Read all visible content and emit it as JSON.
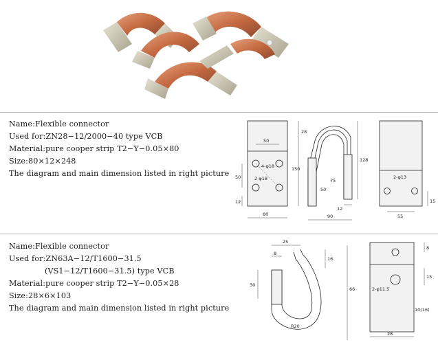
{
  "section1": {
    "name": "Name:Flexible connector",
    "used_for": "Used for:ZN28−12/2000−40 type VCB",
    "material": "Material:pure cooper strip T2−Y−0.05×80",
    "size": "Size:80×12×248",
    "note": "The diagram and main dimension listed in right picture",
    "dims": {
      "d50a": "50",
      "d50b": "50",
      "d12": "12",
      "d80": "80",
      "hole": "4-φ18",
      "hole2": "2-φ18",
      "d28": "28",
      "d150": "150",
      "d75": "75",
      "d50c": "50",
      "d12b": "12",
      "d90": "90",
      "d128": "128",
      "d13": "2-φ13",
      "d55": "55",
      "d15": "15"
    }
  },
  "section2": {
    "name": "Name:Flexible connector",
    "used_for": "Used for:ZN63A−12/T1600−31.5",
    "used_for_2": "(VS1−12/T1600−31.5) type VCB",
    "material": "Material:pure cooper strip T2−Y−0.05×28",
    "size": "Size:28×6×103",
    "note": "The diagram and main dimension listed in right picture",
    "dims": {
      "d25": "25",
      "d8": "8",
      "d16": "16",
      "d30": "30",
      "d66": "66",
      "r20": "R20",
      "d8b": "8",
      "d15": "15",
      "hole": "2-φ11.5",
      "d10": "10(16)",
      "d28": "28"
    }
  },
  "colors": {
    "copper": "#c9784e",
    "steel": "#c8c2ae",
    "rule": "#b7b7b7"
  }
}
